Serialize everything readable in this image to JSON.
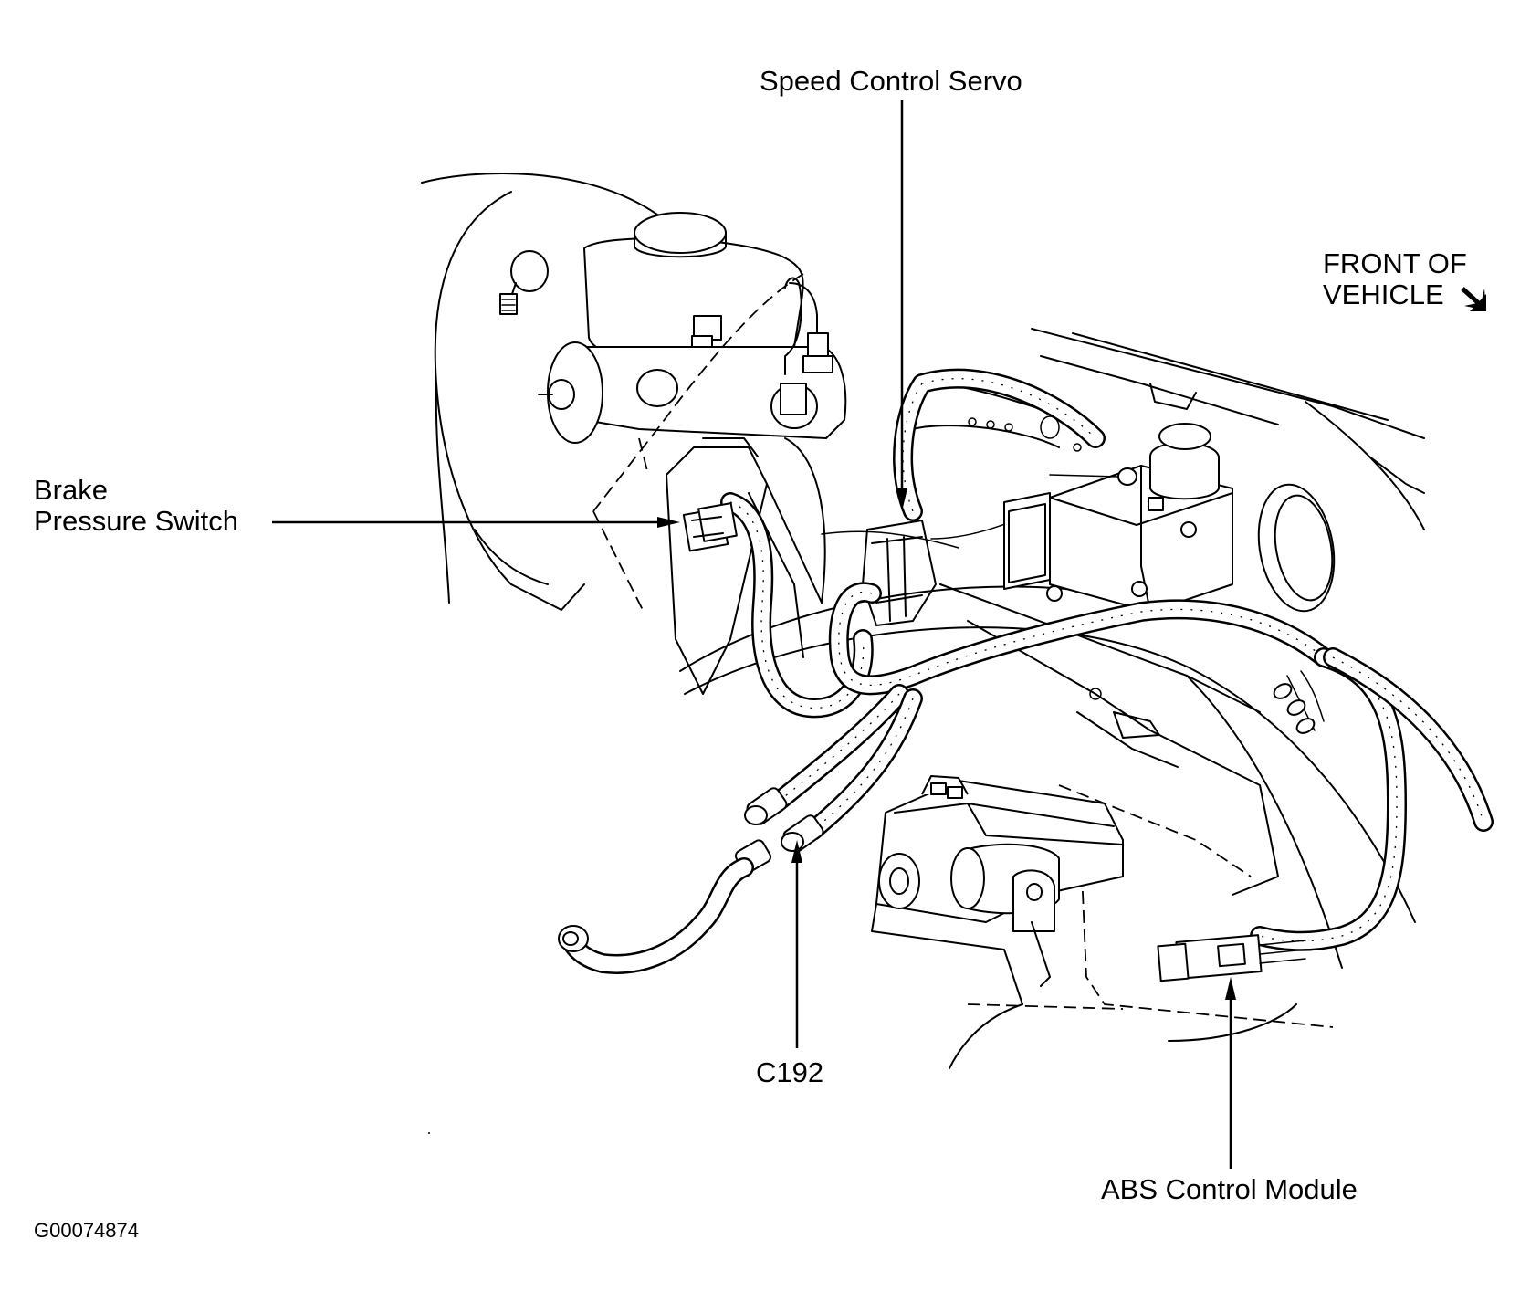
{
  "labels": {
    "speed_control_servo": "Speed Control Servo",
    "front_of_vehicle_line1": "FRONT OF",
    "front_of_vehicle_line2": "VEHICLE",
    "brake_pressure_switch_line1": "Brake",
    "brake_pressure_switch_line2": "Pressure Switch",
    "c192": "C192",
    "abs_control_module": "ABS Control Module",
    "figure_id": "G00074874"
  },
  "colors": {
    "ink": "#000000",
    "background": "#ffffff"
  }
}
